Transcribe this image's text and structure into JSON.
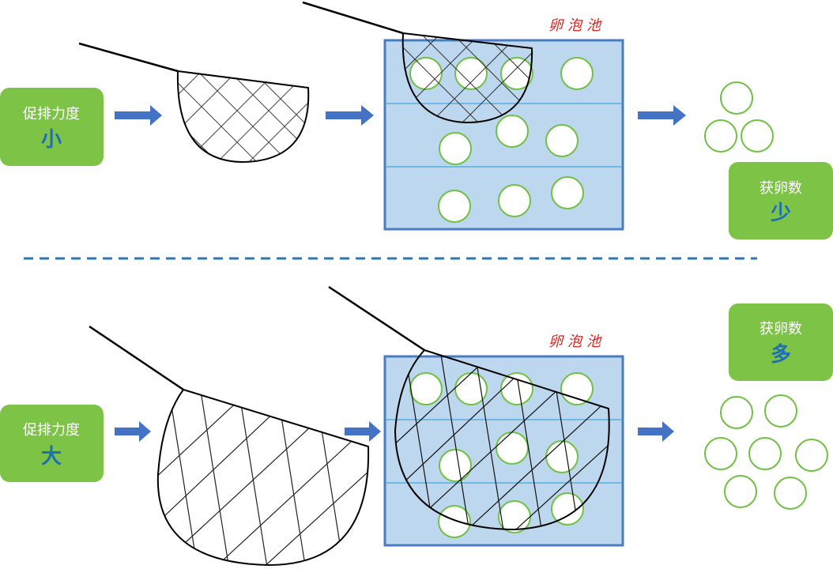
{
  "top": {
    "input_box": {
      "line1": "促排力度",
      "line2": "小"
    },
    "pool_label": "卵泡池",
    "output_box": {
      "line1": "获卵数",
      "line2": "少"
    },
    "eggs_obtained": 3
  },
  "bottom": {
    "input_box": {
      "line1": "促排力度",
      "line2": "大"
    },
    "pool_label": "卵泡池",
    "output_box": {
      "line1": "获卵数",
      "line2": "多"
    },
    "eggs_obtained": 7
  },
  "colors": {
    "box_green": "#7dc446",
    "box_text_white": "#ffffff",
    "box_text_blue": "#1f6fb5",
    "arrow_blue": "#4472c4",
    "pool_fill": "#bdd7ee",
    "pool_border": "#4a7cc0",
    "pool_divider": "#5aaee0",
    "pool_label_red": "#e0201b",
    "follicle_stroke": "#70c043",
    "separator_blue": "#2e75b6"
  },
  "icons": [
    "right-arrow-icon",
    "fishing-net-icon",
    "follicle-circle-icon"
  ]
}
